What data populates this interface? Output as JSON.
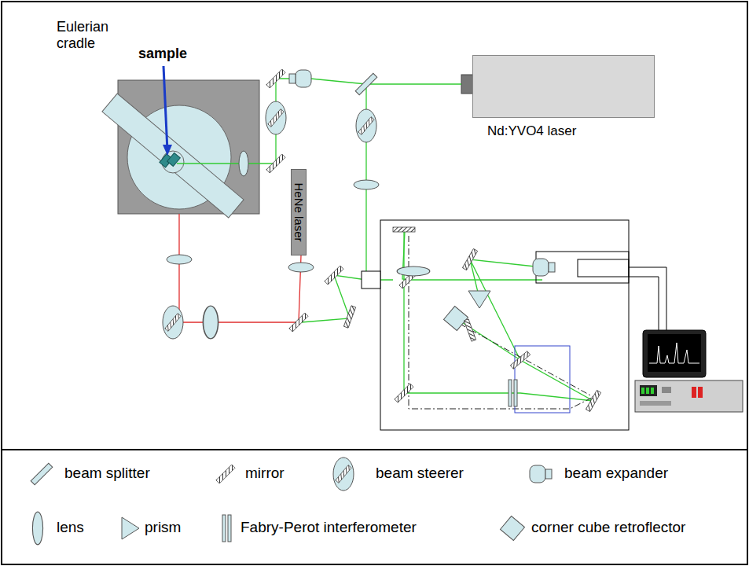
{
  "diagram": {
    "nodes": [
      {
        "text": [
          "Nd:YVO4 laser"
        ]
      },
      {
        "text": [
          "HeNe laser"
        ]
      }
    ],
    "labels": [
      "sample",
      "Eulerian cradle"
    ],
    "legend": [
      {
        "text": "beam splitter"
      },
      {
        "text": "mirror"
      },
      {
        "text": "beam steerer"
      },
      {
        "text": "beam expander"
      },
      {
        "text": "lens"
      },
      {
        "text": "prism"
      },
      {
        "text": "Fabry-Perot interferometer"
      },
      {
        "text": "corner cube retroflector"
      }
    ]
  }
}
